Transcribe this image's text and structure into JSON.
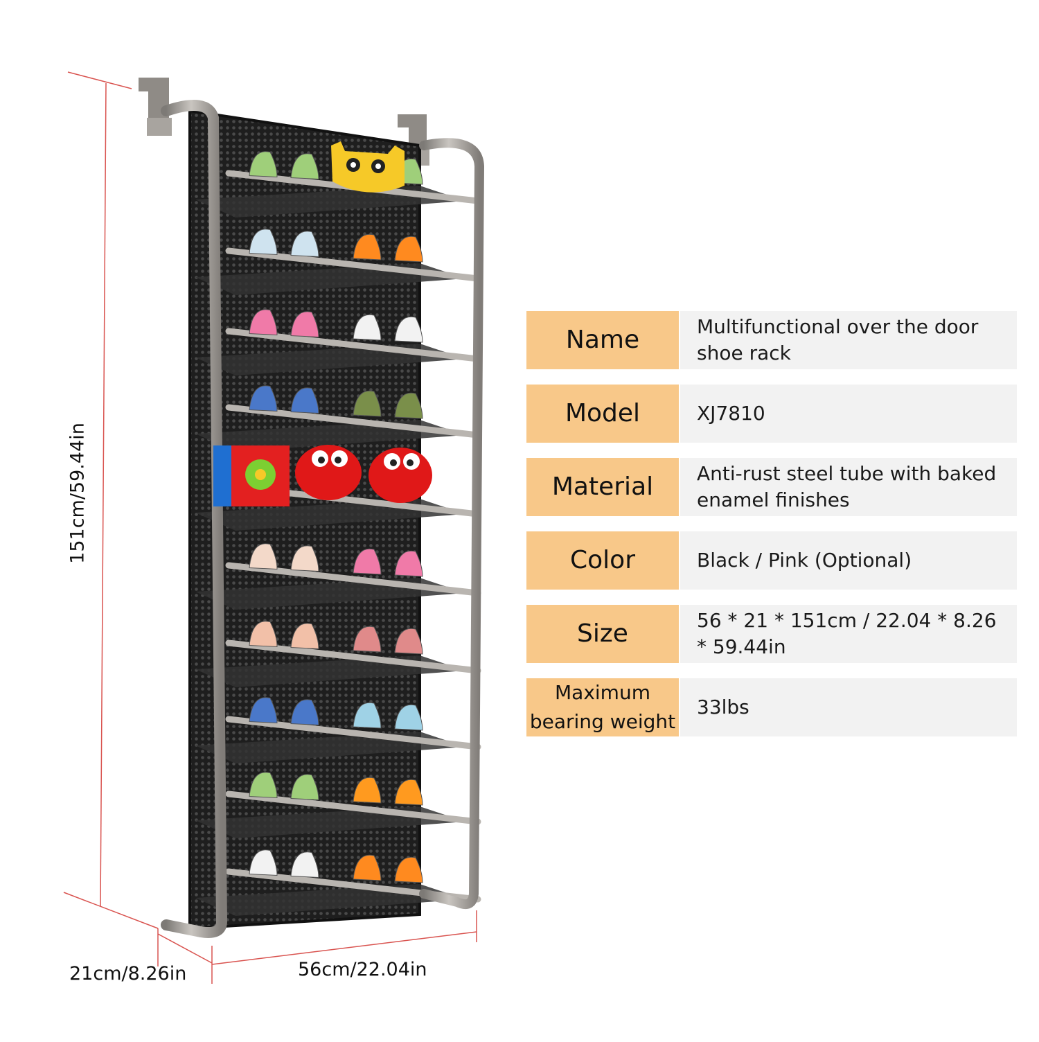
{
  "dimensions": {
    "height": "151cm/59.44in",
    "depth": "21cm/8.26in",
    "width": "56cm/22.04in"
  },
  "specs": [
    {
      "label": "Name",
      "value": "Multifunctional over the door shoe rack"
    },
    {
      "label": "Model",
      "value": "XJ7810"
    },
    {
      "label": "Material",
      "value": "Anti-rust steel tube with baked enamel finishes"
    },
    {
      "label": "Color",
      "value": "Black / Pink (Optional)"
    },
    {
      "label": "Size",
      "value": "56 * 21 * 151cm / 22.04 * 8.26 * 59.44in"
    },
    {
      "label": "Maximum bearing weight",
      "value": "33lbs"
    }
  ],
  "colors": {
    "label_background": "#f8c889",
    "value_background": "#f2f2f2",
    "dimension_line": "#d9534f",
    "frame": "#9e9a95",
    "mesh": "#2a2a2a"
  }
}
